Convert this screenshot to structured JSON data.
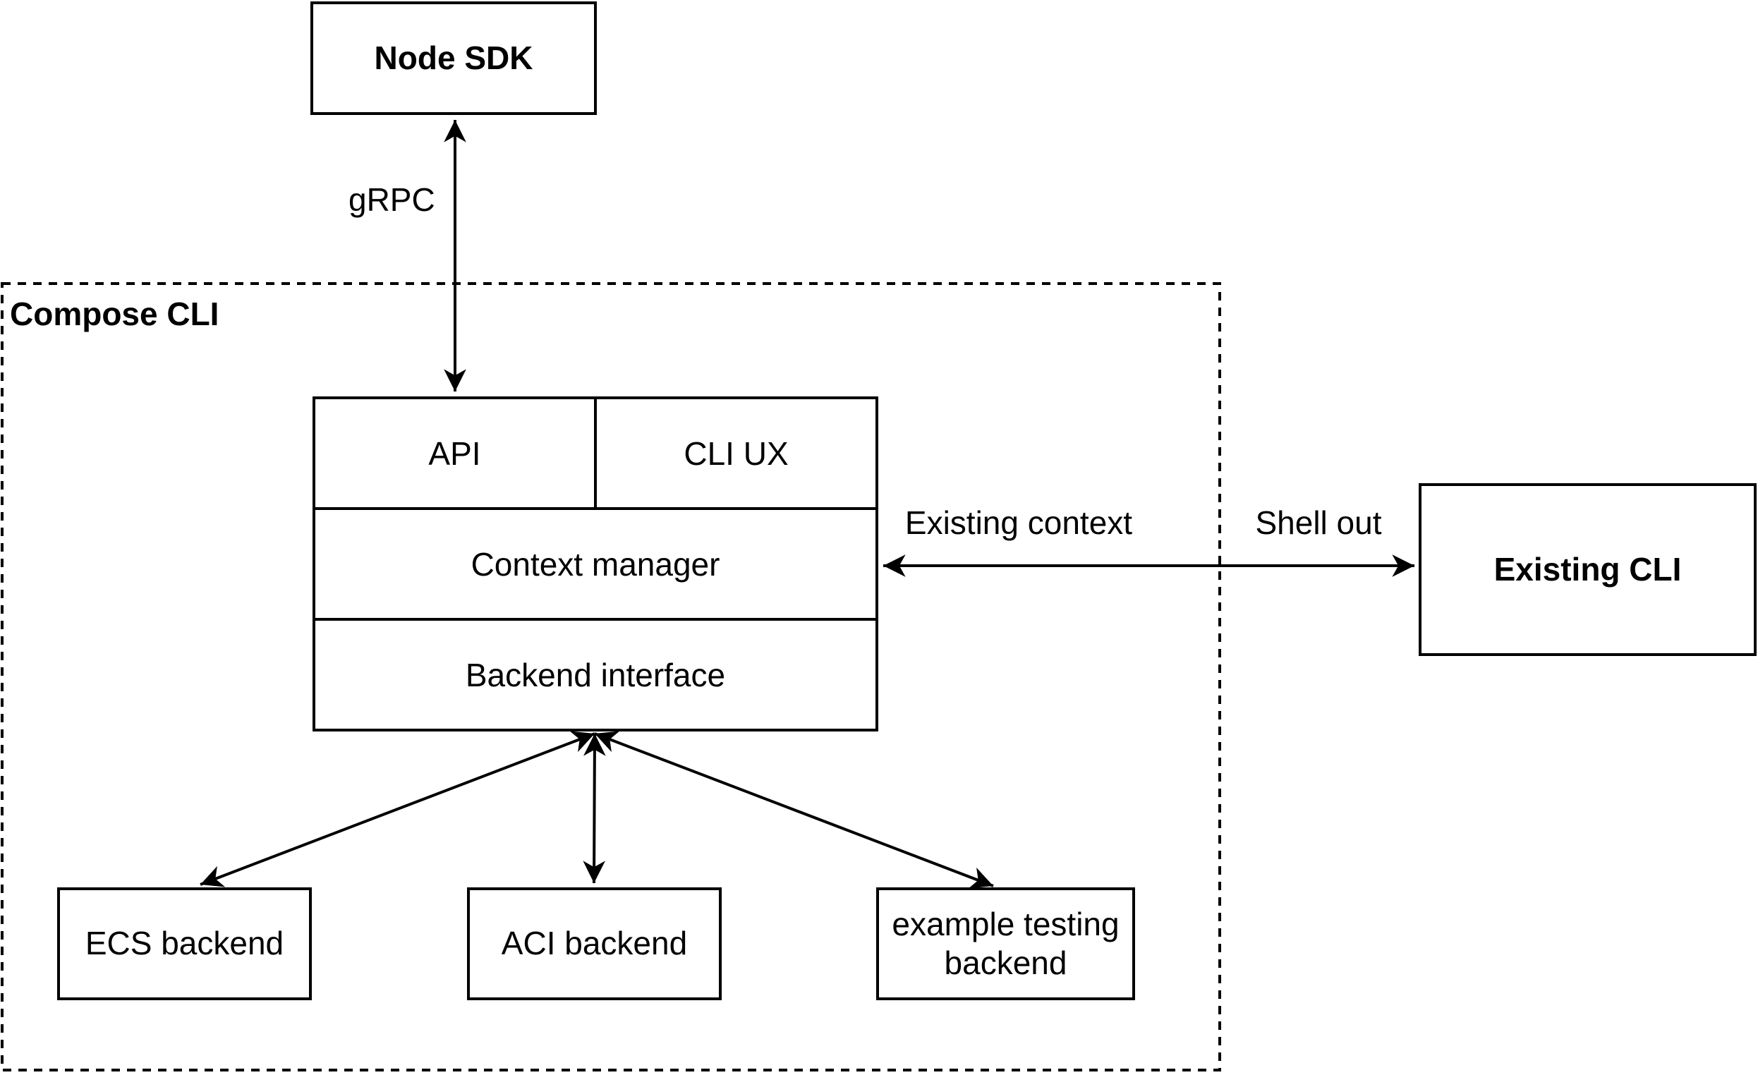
{
  "canvas": {
    "background_color": "#ffffff",
    "stroke_color": "#000000"
  },
  "container": {
    "label": "Compose CLI"
  },
  "nodes": {
    "node_sdk": "Node SDK",
    "api": "API",
    "cli_ux": "CLI UX",
    "context_manager": "Context manager",
    "backend_interface": "Backend interface",
    "existing_cli": "Existing CLI",
    "ecs_backend": "ECS backend",
    "aci_backend": "ACI backend",
    "example_testing_backend": "example testing backend"
  },
  "edges": {
    "grpc_label": "gRPC",
    "existing_context_label": "Existing context",
    "shell_out_label": "Shell out"
  }
}
